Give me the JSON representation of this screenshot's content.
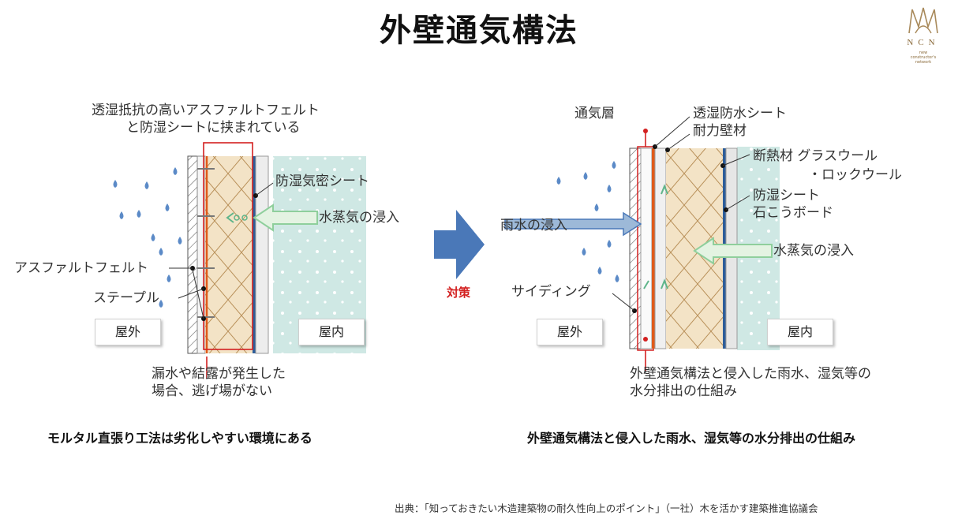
{
  "title": "外壁通気構法",
  "logo": {
    "letters": "NCN",
    "subtitle": "new\nconstructor's\nnetwork"
  },
  "left": {
    "top_label_line1": "透湿抵抗の高いアスファルトフェルト",
    "top_label_line2": "と防湿シートに挟まれている",
    "vapor_barrier": "防湿気密シート",
    "vapor_intrusion": "水蒸気の浸入",
    "asphalt_felt": "アスファルトフェルト",
    "staple": "ステープル",
    "outside": "屋外",
    "inside": "屋内",
    "bottom_line1": "漏水や結露が発生した",
    "bottom_line2": "場合、逃げ場がない",
    "caption": "モルタル直張り工法は劣化しやすい環境にある"
  },
  "middle": {
    "countermeasure": "対策"
  },
  "right": {
    "air_layer": "通気層",
    "breathable_sheet": "透湿防水シート",
    "structural_panel": "耐力壁材",
    "insulation_line1": "断熱材 グラスウール",
    "insulation_line2": "・ロックウール",
    "moisture_sheet": "防湿シート",
    "gypsum_board": "石こうボード",
    "rain_intrusion": "雨水の浸入",
    "vapor_intrusion": "水蒸気の浸入",
    "siding": "サイディング",
    "outside": "屋外",
    "inside": "屋内",
    "bottom_line1": "外壁通気構法と侵入した雨水、湿気等の",
    "bottom_line2": "水分排出の仕組み",
    "caption": "外壁通気構法と侵入した雨水、湿気等の水分排出の仕組み"
  },
  "source": "出典：「知っておきたい木造建築物の耐久性向上のポイント」（一社）木を活かす建築推進協議会",
  "colors": {
    "highlight": "#d32020",
    "arrow_blue": "#4a78b8",
    "interior": "#cfe8e4",
    "arrow_green": "#e4f3e2",
    "insulation": "#f3e3c6"
  }
}
